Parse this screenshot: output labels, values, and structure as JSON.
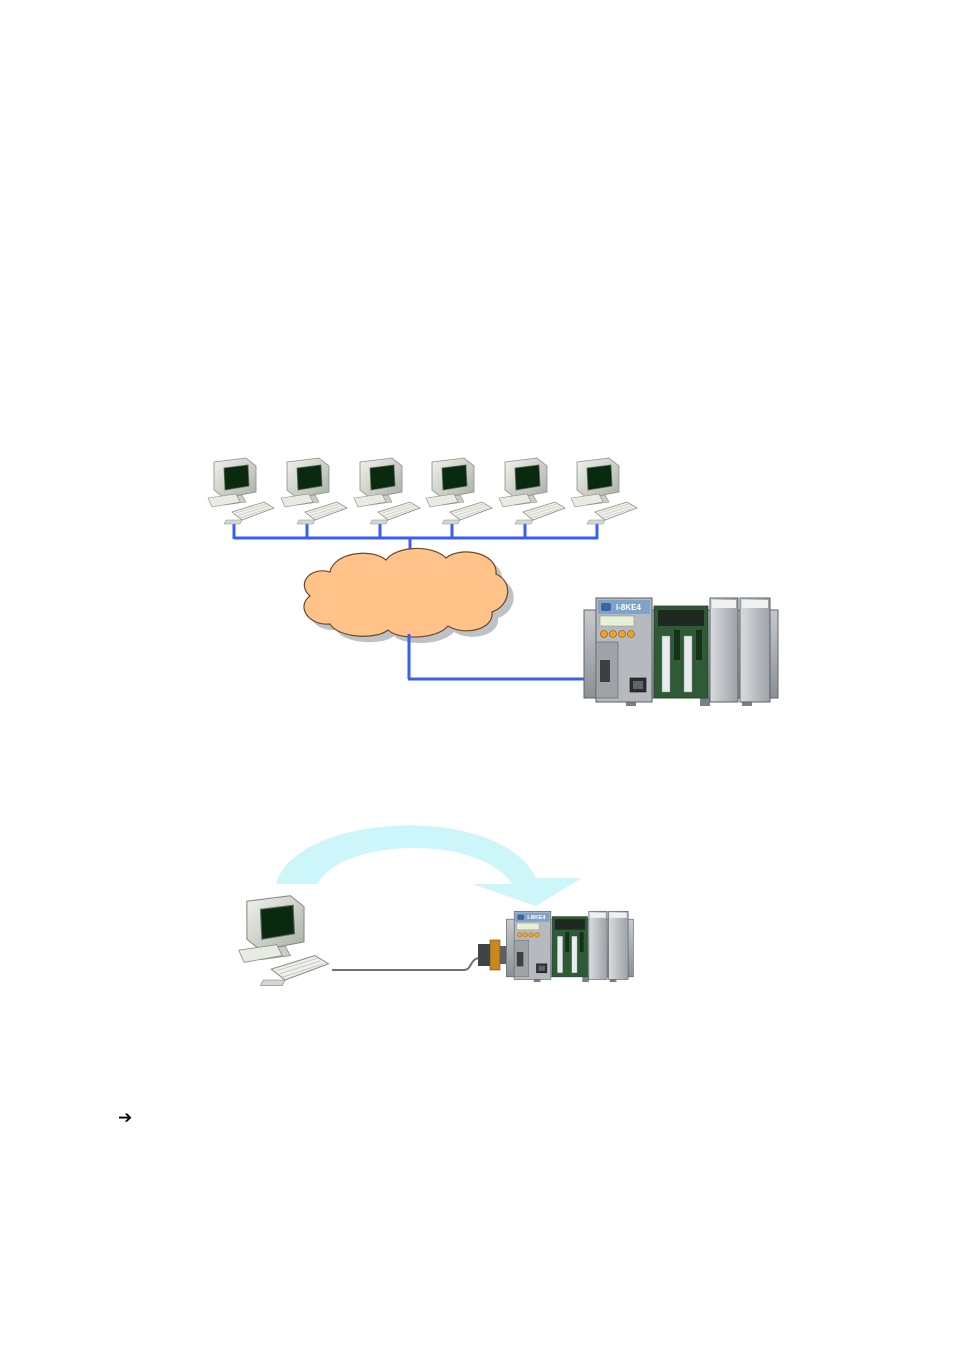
{
  "colors": {
    "network_line": "#3a5ef0",
    "cloud_fill": "#ffc38a",
    "cloud_stroke": "#6a4a2a",
    "transfer_arrow": "#cdf6fb",
    "serial_cable": "#707070"
  },
  "device": {
    "model_label_large": "I-8KE4",
    "model_label_small": "I-8KE4",
    "icon": "pac-controller-rack-icon"
  },
  "top_diagram": {
    "pc_count": 6,
    "pc_icon": "desktop-pc-icon",
    "network_icon": "network-cloud-icon"
  },
  "bottom_diagram": {
    "pc_icon": "desktop-pc-icon",
    "arrow_icon": "curved-arrow-icon",
    "connector_icon": "serial-connector-icon"
  },
  "footer": {
    "arrow_glyph": "➔"
  }
}
